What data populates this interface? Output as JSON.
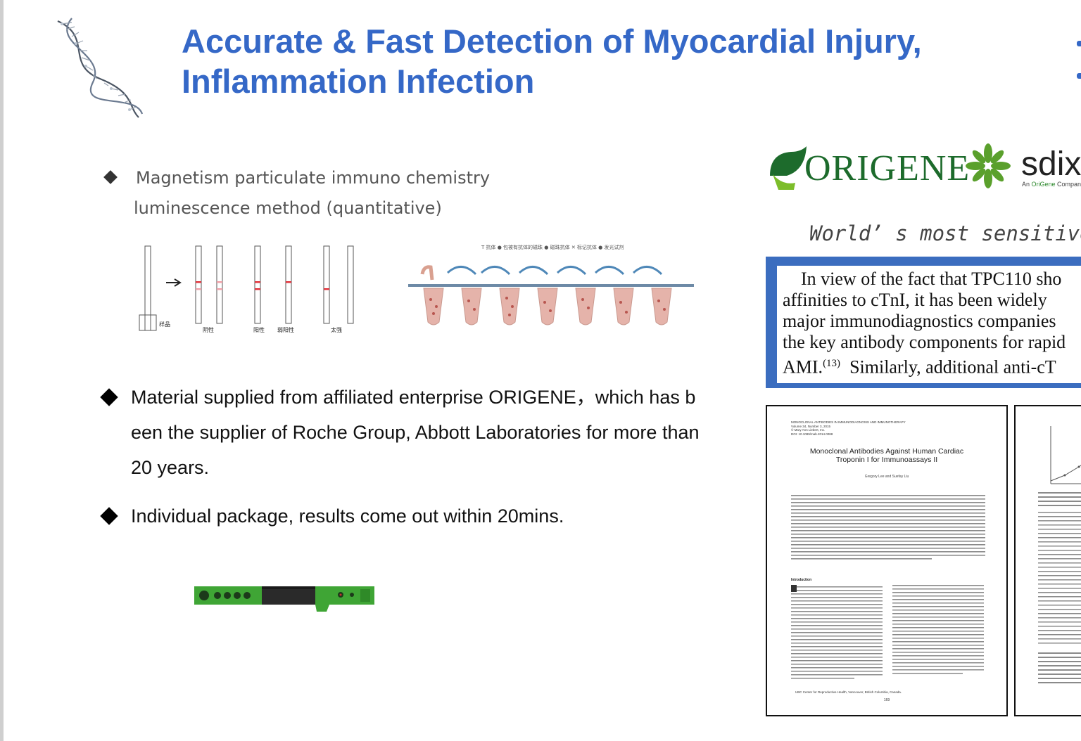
{
  "title": {
    "line1": "Accurate & Fast Detection of Myocardial Injury,",
    "line2": "Inflammation Infection"
  },
  "method": {
    "line1": "Magnetism particulate immuno chemistry",
    "line2": "luminescence method (quantitative)"
  },
  "strip_labels": {
    "sample": "样品",
    "negative": "阴性",
    "positive": "阳性",
    "weak_positive": "弱阳性",
    "high": "太强"
  },
  "tube_legend": "T 抗体  ● 包被有抗体的磁珠  ● 磁珠抗体  ✕ 标记抗体  ● 发光试剂",
  "bullets": {
    "material": {
      "line1": "Material supplied from affiliated enterprise ORIGENE，which has b",
      "line2": "een the supplier of Roche Group, Abbott Laboratories for more than",
      "line3": "20 years."
    },
    "package": "Individual package, results come out within 20mins."
  },
  "logos": {
    "origene": "ORIGENE",
    "sdix": "sdix",
    "sdix_sub_prefix": "An ",
    "sdix_sub_brand": "OriGene",
    "sdix_sub_suffix": " Company"
  },
  "tagline": "World’ s most sensitive",
  "quote": {
    "line1": "In view of the fact that TPC110 sho",
    "line2": "affinities to cTnI, it has been widely",
    "line3": "major immunodiagnostics companies",
    "line4": "the key antibody components for rapid",
    "line5_text": "AMI.",
    "line5_sup": "(13)",
    "line5_rest": "  Similarly, additional anti-cT"
  },
  "paper": {
    "journal": "MONOCLONAL ANTIBODIES IN IMMUNODIAGNOSIS AND IMMUNOTHERAPY",
    "volume": "Volume 34, Number 3, 2015",
    "copyright": "© Mary Ann Liebert, Inc.",
    "doi": "DOI: 10.1089/mab.2014.0088",
    "title_line1": "Monoclonal Antibodies Against Human Cardiac",
    "title_line2": "Troponin I for Immunoassays II",
    "authors": "Gregory Lee and Suefay Liu",
    "intro": "Introduction",
    "footer": "UBC Center for Reproductive Health, Vancouver, British Columbia, Canada.",
    "page": "169"
  },
  "colors": {
    "title_blue": "#3568c7",
    "quote_border": "#3b6dbf",
    "origene_green": "#1d6b2c"
  }
}
